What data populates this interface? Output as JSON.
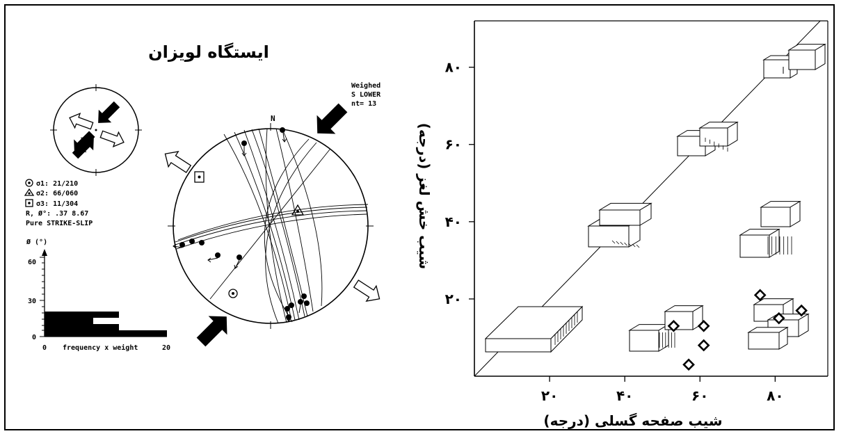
{
  "left_panel": {
    "station_title": "ایستگاه لویزان",
    "stereonet": {
      "method_lines": [
        "Weighed",
        "S LOWER",
        "nt= 13"
      ],
      "north_label": "N"
    },
    "legend_lines": [
      "σ1: 21/210",
      "σ2: 66/060",
      "σ3: 11/304",
      "R, Ø°: .37  8.67",
      "Pure STRIKE-SLIP"
    ],
    "histogram": {
      "y_title": "Ø (°)",
      "x_title": "frequency x weight",
      "y_ticks": [
        "0",
        "30",
        "60"
      ],
      "x_ticks": [
        "0",
        "20"
      ]
    }
  },
  "chart_data": {
    "type": "scatter",
    "xlabel": "شیب صفحه گسلی (درجه)",
    "ylabel": "شیب خش لغز (درجه)",
    "xlim": [
      0,
      94
    ],
    "ylim": [
      0,
      92
    ],
    "x_tick_labels": [
      "۲۰",
      "۴۰",
      "۶۰",
      "۸۰"
    ],
    "x_ticks": [
      20,
      40,
      60,
      80
    ],
    "y_tick_labels": [
      "۲۰",
      "۴۰",
      "۶۰",
      "۸۰"
    ],
    "y_ticks": [
      20,
      40,
      60,
      80
    ],
    "reference_line": "y = x",
    "series": [
      {
        "marker": "diamond",
        "points": [
          {
            "x": 53,
            "y": 13
          },
          {
            "x": 57,
            "y": 3
          },
          {
            "x": 61,
            "y": 13
          },
          {
            "x": 61,
            "y": 8
          },
          {
            "x": 76,
            "y": 21
          },
          {
            "x": 81,
            "y": 15
          },
          {
            "x": 87,
            "y": 17
          }
        ]
      }
    ]
  }
}
